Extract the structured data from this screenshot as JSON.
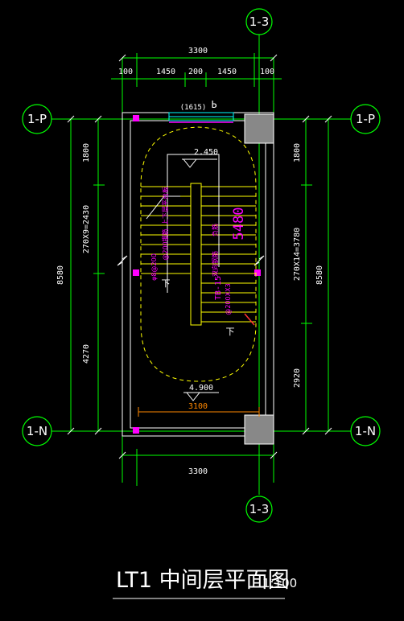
{
  "title": {
    "drawing_name": "LT1  中间层平面图",
    "scale": "1:100"
  },
  "axes": {
    "top": "1-3",
    "bottom": "1-3",
    "left_upper": "1-P",
    "left_lower": "1-N",
    "right_upper": "1-P",
    "right_lower": "1-N"
  },
  "dimensions": {
    "top_total": "3300",
    "top_seg_1": "100",
    "top_seg_2": "1450",
    "top_seg_3": "200",
    "top_seg_4": "1450",
    "top_seg_5": "100",
    "bottom_total": "3300",
    "inner_width": "3100",
    "left_upper": "1800",
    "left_middle": "270X9=2430",
    "left_lower": "4270",
    "left_total": "8580",
    "right_upper": "1800",
    "right_middle": "270X14=3780",
    "right_lower": "2920",
    "right_total": "8580"
  },
  "annotations": {
    "window_tag": "(1615)",
    "level_upper": "2.450",
    "level_lower": "4.900",
    "section_dim": "5480",
    "stair_label": "TB-15",
    "up_arrow_1": "下",
    "up_arrow_2": "下",
    "rebar_note_1": "上下层平台板",
    "rebar_note_2": "@200钢筋",
    "rebar_note_3": "φ8@200",
    "rebar_note_4": "负筋",
    "rebar_note_5": "双向钢筋",
    "rebar_note_6": "@200XX3"
  },
  "colors": {
    "background": "#000000",
    "axis_line": "#00ff00",
    "wall": "#ffffff",
    "stair_tread": "#ffff00",
    "column": "#888888",
    "column_marker": "#ff00ff",
    "dim_text": "#ffffff",
    "annotation": "#ff00ff",
    "orange_dim": "#ff8800",
    "title": "#ffffff"
  }
}
